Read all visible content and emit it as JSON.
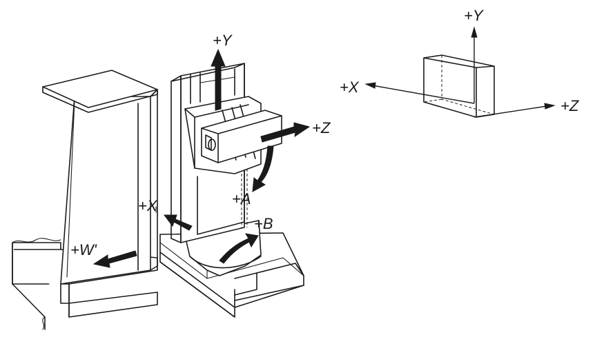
{
  "machine": {
    "labels": {
      "y": "+Y",
      "z": "+Z",
      "x": "+X",
      "a": "+A",
      "b": "+B",
      "w": "+W'"
    }
  },
  "coordinate_system": {
    "labels": {
      "y": "+Y",
      "x": "+X",
      "z": "+Z"
    }
  }
}
